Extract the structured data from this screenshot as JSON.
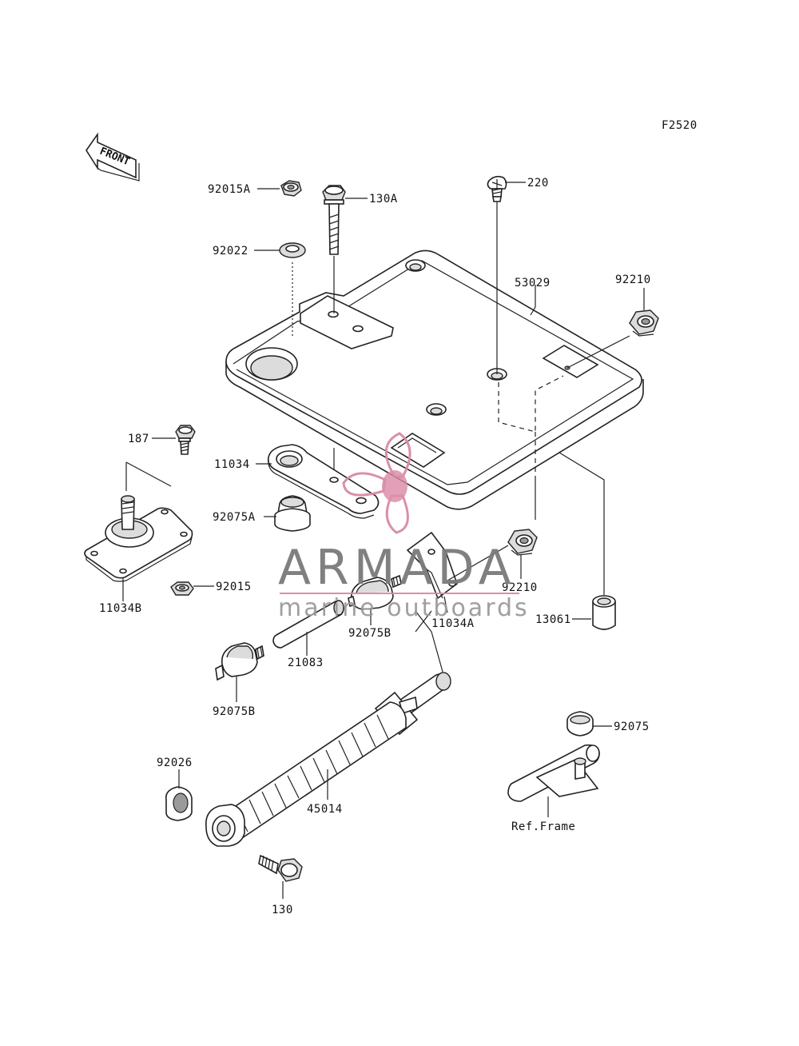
{
  "figure_code": "F2520",
  "front_label": "FRONT",
  "watermark": {
    "brand": "ARMADA",
    "tagline": "marine outboards",
    "accent_color": "#d98aa6"
  },
  "callouts": {
    "p92015A": "92015A",
    "p130A": "130A",
    "p220": "220",
    "p92022": "92022",
    "p53029": "53029",
    "p92210_top": "92210",
    "p187": "187",
    "p11034": "11034",
    "p92075A": "92075A",
    "p11034B": "11034B",
    "p92015": "92015",
    "p92210_mid": "92210",
    "p92075B_mid": "92075B",
    "p11034A": "11034A",
    "p13061": "13061",
    "p21083": "21083",
    "p92075B_low": "92075B",
    "p92075": "92075",
    "p92026": "92026",
    "p45014": "45014",
    "ref_frame": "Ref.Frame",
    "p130": "130"
  }
}
